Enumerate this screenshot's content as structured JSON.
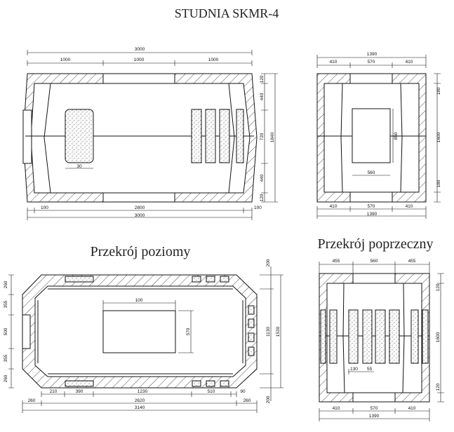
{
  "title": "STUDNIA  SKMR-4",
  "views": {
    "plan_top": {
      "overall": "3000",
      "seg1": "1000",
      "seg2": "1000",
      "seg3": "1000",
      "r1": "120",
      "r2": "440",
      "r3": "720",
      "r4": "440",
      "r5": "120",
      "height": "1840",
      "b1": "100",
      "b2": "2800",
      "b3": "100",
      "boverall": "3000",
      "hole": "30"
    },
    "side_top": {
      "overall": "1390",
      "seg1": "410",
      "seg2": "570",
      "seg3": "410",
      "r1": "180",
      "height": "1600",
      "r3": "180",
      "win_h": "850",
      "win_w": "560",
      "b1": "410",
      "b2": "570",
      "b3": "410",
      "boverall": "1390"
    },
    "horizontal": {
      "caption": "Przekrój poziomy",
      "l1": "260",
      "l2": "355",
      "l3": "500",
      "l4": "355",
      "l5": "260",
      "rtop": "200",
      "rmid": "1130",
      "rall": "1530",
      "rbot": "200",
      "box_w": "100",
      "box_h": "570",
      "b1": "210",
      "b2": "390",
      "b3": "1230",
      "b4": "510",
      "b5": "90",
      "c1": "260",
      "c2": "2620",
      "c3": "260",
      "overall": "3140"
    },
    "cross": {
      "caption": "Przekrój poprzeczny",
      "t1": "455",
      "t2": "560",
      "t3": "455",
      "r1": "120",
      "height": "1600",
      "r3": "120",
      "d1": "130",
      "d2": "55",
      "b1": "410",
      "b2": "570",
      "b3": "410",
      "overall": "1390"
    }
  }
}
